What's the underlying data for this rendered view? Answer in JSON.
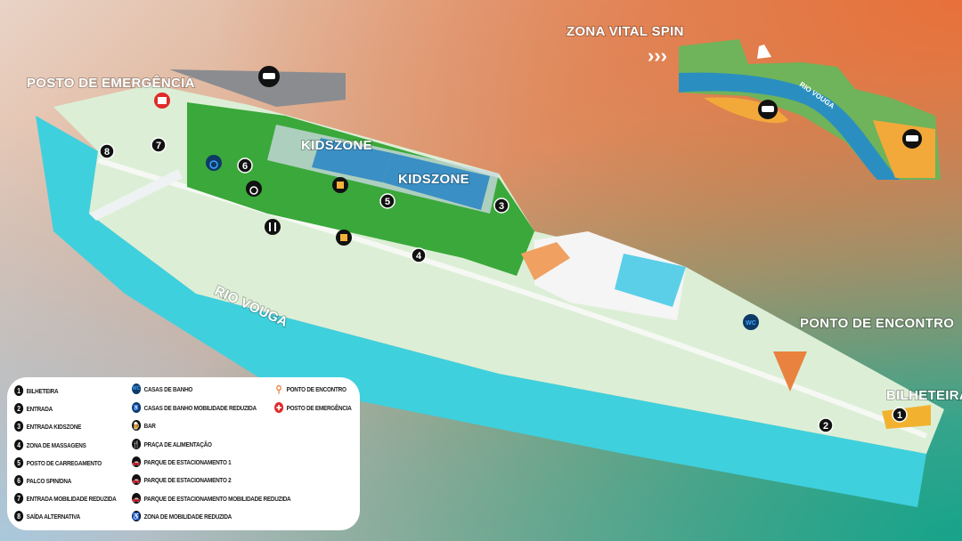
{
  "map": {
    "labels": {
      "posto_emergencia": "POSTO DE EMERGÊNCIA",
      "kidszone_1": "KIDSZONE",
      "kidszone_2": "KIDSZONE",
      "rio_vouga": "RIO VOUGA",
      "ponto_encontro": "PONTO DE ENCONTRO",
      "bilheteira": "BILHETEIRA",
      "wc": "WC"
    },
    "markers": [
      "1",
      "2",
      "3",
      "4",
      "5",
      "6",
      "7",
      "8"
    ]
  },
  "inset": {
    "title": "ZONA VITAL SPIN",
    "river_label": "RIO VOUGA",
    "arrows": "›››"
  },
  "legend": {
    "numbered": [
      {
        "num": "1",
        "label": "BILHETEIRA"
      },
      {
        "num": "2",
        "label": "ENTRADA"
      },
      {
        "num": "3",
        "label": "ENTRADA KIDSZONE"
      },
      {
        "num": "4",
        "label": "ZONA DE MASSAGENS"
      },
      {
        "num": "5",
        "label": "POSTO DE CARREGAMENTO"
      },
      {
        "num": "6",
        "label": "PALCO SPIN/DNA"
      },
      {
        "num": "7",
        "label": "ENTRADA MOBILIDADE REDUZIDA"
      },
      {
        "num": "8",
        "label": "SAÍDA ALTERNATIVA"
      }
    ],
    "icons": [
      {
        "icon": "wc-icon",
        "glyph": "WC",
        "label": "CASAS DE BANHO"
      },
      {
        "icon": "wc-accessible-icon",
        "glyph": "♿",
        "label": "CASAS DE BANHO MOBILIDADE REDUZIDA"
      },
      {
        "icon": "beer-icon",
        "glyph": "🍺",
        "label": "BAR"
      },
      {
        "icon": "cutlery-icon",
        "glyph": "🍴",
        "label": "PRAÇA DE ALIMENTAÇÃO"
      },
      {
        "icon": "car-icon",
        "glyph": "🚗",
        "label": "PARQUE DE ESTACIONAMENTO 1"
      },
      {
        "icon": "car-icon",
        "glyph": "🚗",
        "label": "PARQUE DE ESTACIONAMENTO 2"
      },
      {
        "icon": "car-accessible-icon",
        "glyph": "🚗",
        "label": "PARQUE DE ESTACIONAMENTO MOBILIDADE REDUZIDA"
      },
      {
        "icon": "wheelchair-icon",
        "glyph": "♿",
        "label": "ZONA DE MOBILIDADE REDUZIDA"
      }
    ],
    "extra": [
      {
        "icon": "spinning-top-icon",
        "glyph": "⚲",
        "label": "PONTO DE ENCONTRO"
      },
      {
        "icon": "first-aid-icon",
        "glyph": "✚",
        "label": "POSTO DE EMERGÊNCIA"
      }
    ]
  },
  "colors": {
    "river": "#3fd0dd",
    "grass": "#3aa83a",
    "path": "#e3f0dc",
    "orange": "#f0a040",
    "emergency": "#e02a2a"
  }
}
